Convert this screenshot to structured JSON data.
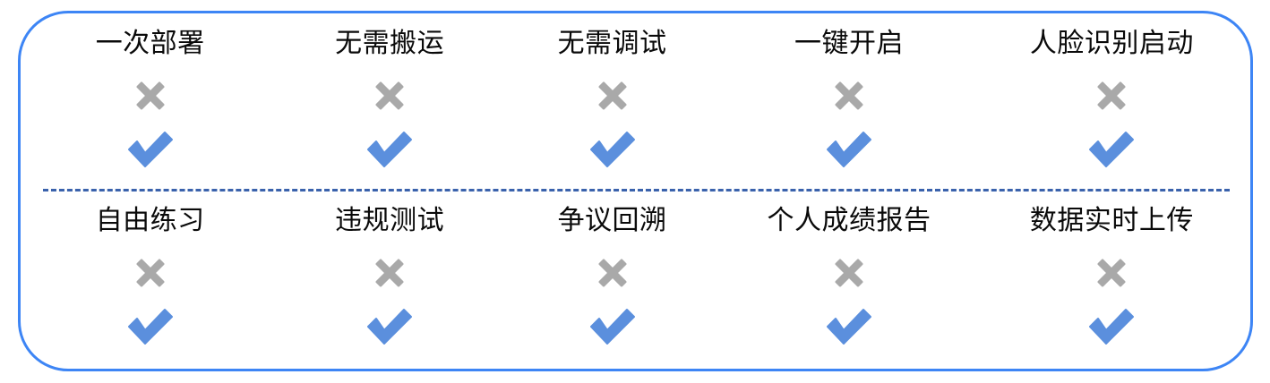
{
  "card": {
    "border_color": "#3d85f5",
    "background_color": "#ffffff",
    "divider_color": "#3a62ac",
    "divider_style": "dashed"
  },
  "icons": {
    "cross": {
      "name": "cross-icon",
      "symbol": "✖",
      "color": "#a9a9a9",
      "meaning": "not-supported"
    },
    "check": {
      "name": "check-icon",
      "symbol": "✔",
      "color": "#5b8fdd",
      "meaning": "supported"
    }
  },
  "rows": [
    {
      "name": "row-top",
      "features": [
        {
          "label": "一次部署"
        },
        {
          "label": "无需搬运"
        },
        {
          "label": "无需调试"
        },
        {
          "label": "一键开启"
        },
        {
          "label": "人脸识别启动"
        }
      ]
    },
    {
      "name": "row-bottom",
      "features": [
        {
          "label": "自由练习"
        },
        {
          "label": "违规测试"
        },
        {
          "label": "争议回溯"
        },
        {
          "label": "个人成绩报告"
        },
        {
          "label": "数据实时上传"
        }
      ]
    }
  ]
}
